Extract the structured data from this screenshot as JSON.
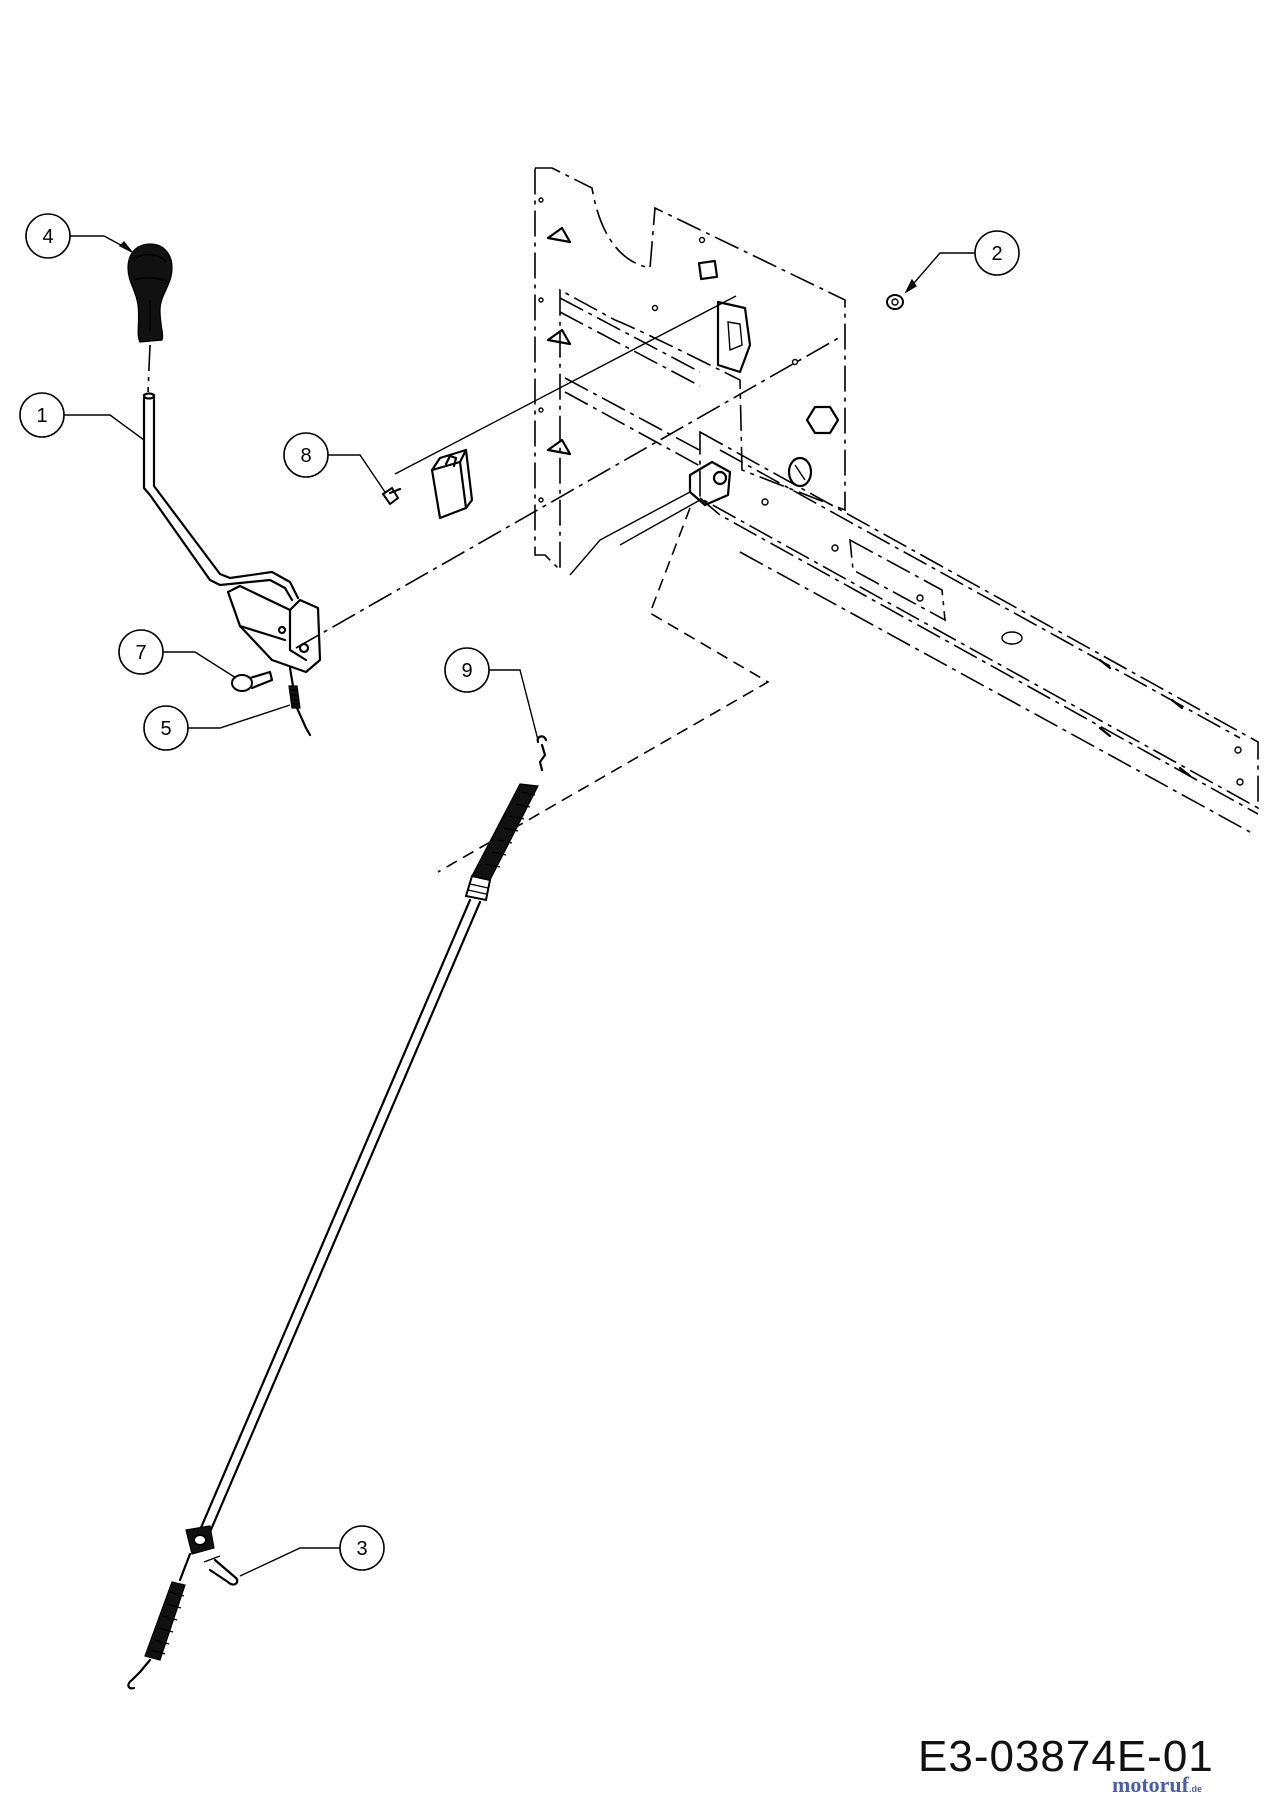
{
  "callouts": [
    {
      "label": "1"
    },
    {
      "label": "2"
    },
    {
      "label": "3"
    },
    {
      "label": "4"
    },
    {
      "label": "5"
    },
    {
      "label": "7"
    },
    {
      "label": "8"
    },
    {
      "label": "9"
    }
  ],
  "diagram_code": "E3-03874E-01",
  "watermark": {
    "name": "motoruf",
    "ext": ".de"
  }
}
